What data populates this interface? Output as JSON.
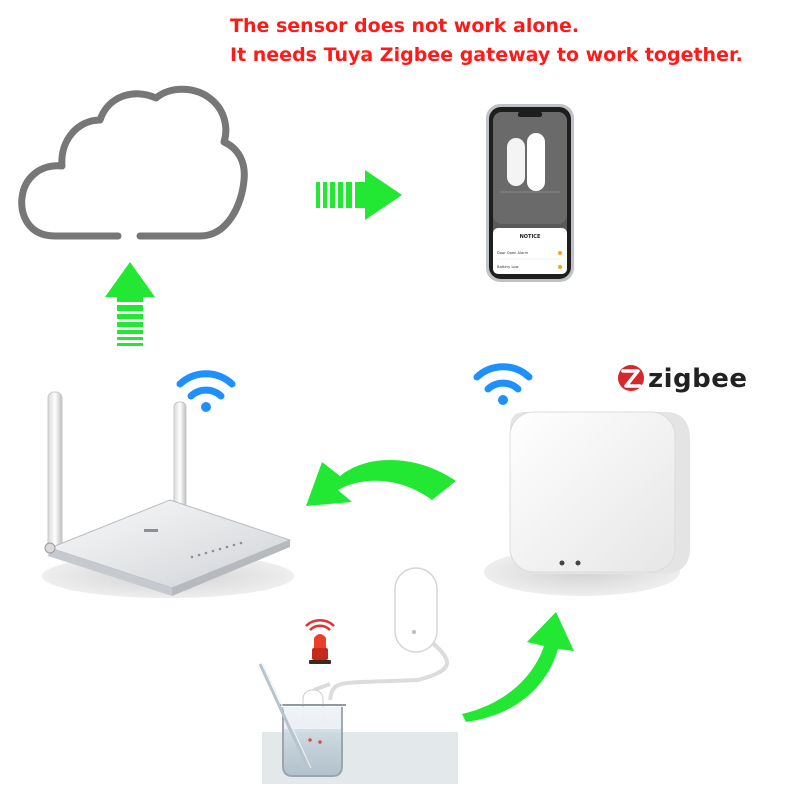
{
  "header": {
    "line1": "The sensor does not work alone.",
    "line2": "It needs Tuya Zigbee gateway to work together."
  },
  "brand": {
    "name": "zigbee",
    "logo_icon": "zigbee-logo-icon",
    "logo_color": "#d7272b"
  },
  "phone": {
    "notice_title": "NOTICE",
    "items": [
      "Door Open Alarm",
      "Battery Low"
    ]
  },
  "icons": [
    "cloud-icon",
    "wifi-icon",
    "router-icon",
    "gateway-hub-icon",
    "water-leak-sensor-icon",
    "alarm-light-icon",
    "beaker-icon",
    "arrow-icon"
  ],
  "colors": {
    "header_text": "#ff1a1a",
    "arrow_green": "#22e834",
    "wifi_blue": "#1e90ff",
    "cloud_stroke": "#777777"
  }
}
